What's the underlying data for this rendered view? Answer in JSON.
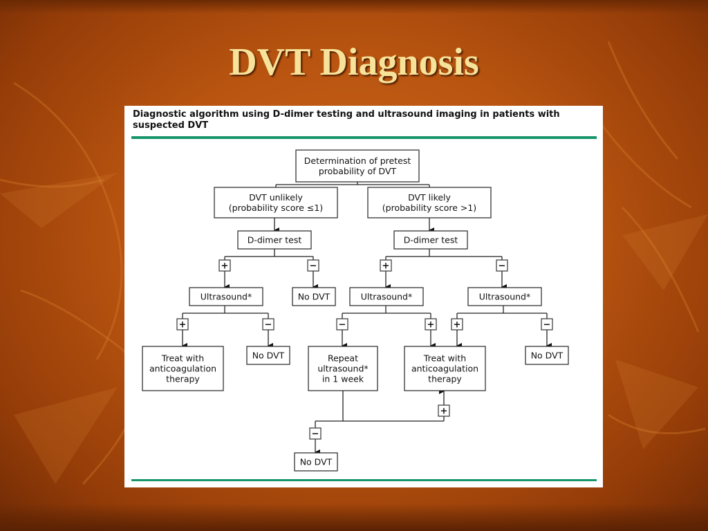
{
  "slide": {
    "title": "DVT Diagnosis"
  },
  "figure": {
    "caption": "Diagnostic algorithm using D-dimer testing and ultrasound imaging in patients with suspected DVT"
  },
  "flowchart": {
    "nodes": {
      "pretest": [
        "Determination of pretest",
        "probability of DVT"
      ],
      "unlikely": [
        "DVT unlikely",
        "(probability score ≤1)"
      ],
      "likely": [
        "DVT likely",
        "(probability score >1)"
      ],
      "ddimer_left": [
        "D-dimer test"
      ],
      "ddimer_right": [
        "D-dimer test"
      ],
      "us_left": [
        "Ultrasound*"
      ],
      "nodvt_left_d": [
        "No DVT"
      ],
      "us_mid": [
        "Ultrasound*"
      ],
      "us_right": [
        "Ultrasound*"
      ],
      "treat_left": [
        "Treat with",
        "anticoagulation",
        "therapy"
      ],
      "nodvt_left_us": [
        "No DVT"
      ],
      "repeat_us": [
        "Repeat",
        "ultrasound*",
        "in 1 week"
      ],
      "treat_mid": [
        "Treat with",
        "anticoagulation",
        "therapy"
      ],
      "nodvt_right": [
        "No DVT"
      ],
      "nodvt_bottom": [
        "No DVT"
      ]
    },
    "signs": {
      "positive": "+",
      "negative": "−"
    }
  },
  "colors": {
    "rule": "#16946a",
    "title": "#f7e29a"
  }
}
